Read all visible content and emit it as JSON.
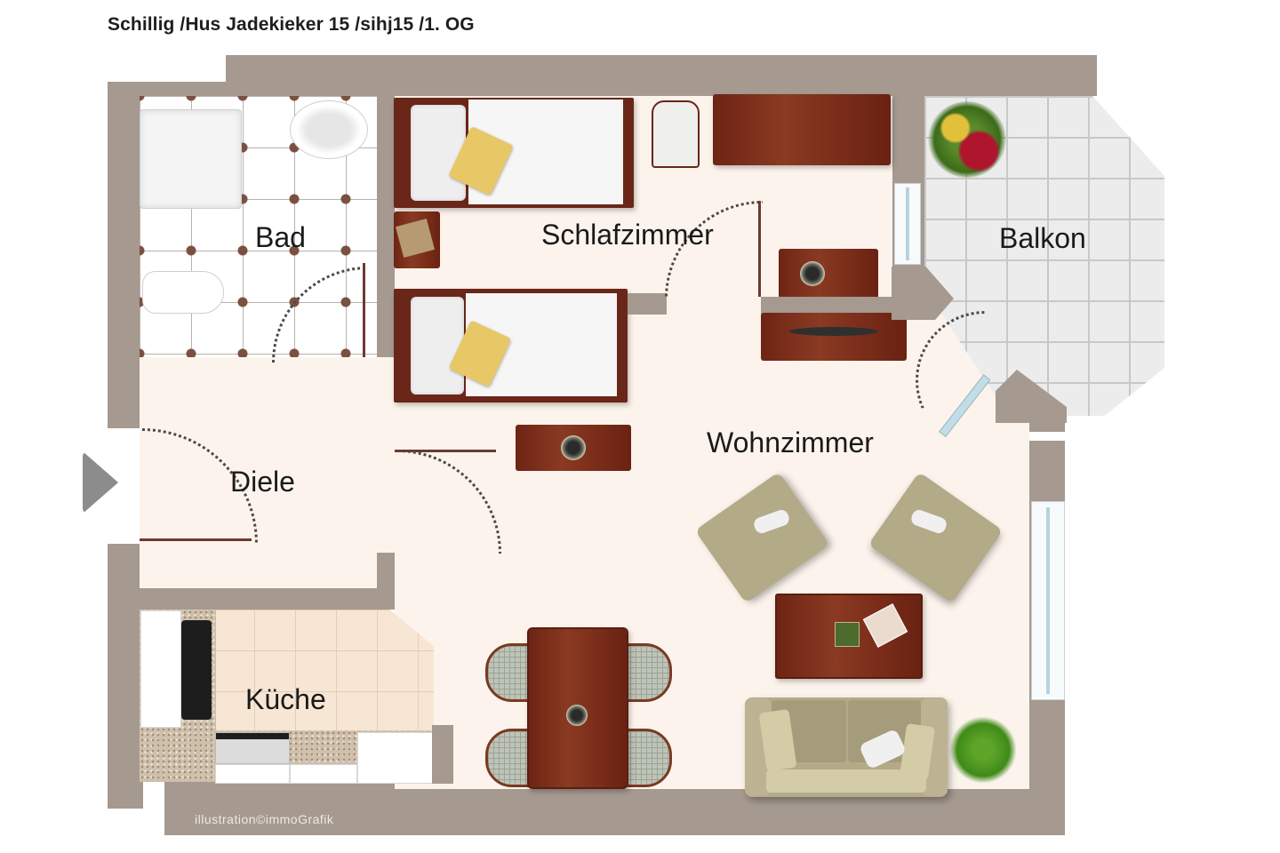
{
  "header": {
    "title": "Schillig /Hus Jadekieker 15 /sihj15 /1. OG"
  },
  "floorplan": {
    "rooms": [
      {
        "id": "bad",
        "label": "Bad"
      },
      {
        "id": "schlafzimmer",
        "label": "Schlafzimmer"
      },
      {
        "id": "balkon",
        "label": "Balkon"
      },
      {
        "id": "diele",
        "label": "Diele"
      },
      {
        "id": "wohnzimmer",
        "label": "Wohnzimmer"
      },
      {
        "id": "kueche",
        "label": "Küche"
      }
    ],
    "entrance_marker": "entrance-arrow",
    "watermark": "illustration©immoGrafik"
  },
  "colors": {
    "wall": "#a59990",
    "floor": "#fcf4ec",
    "wood": "#7a2d1a",
    "title_text": "#1e1e1e",
    "entry_arrow": "#8c8c8c"
  }
}
